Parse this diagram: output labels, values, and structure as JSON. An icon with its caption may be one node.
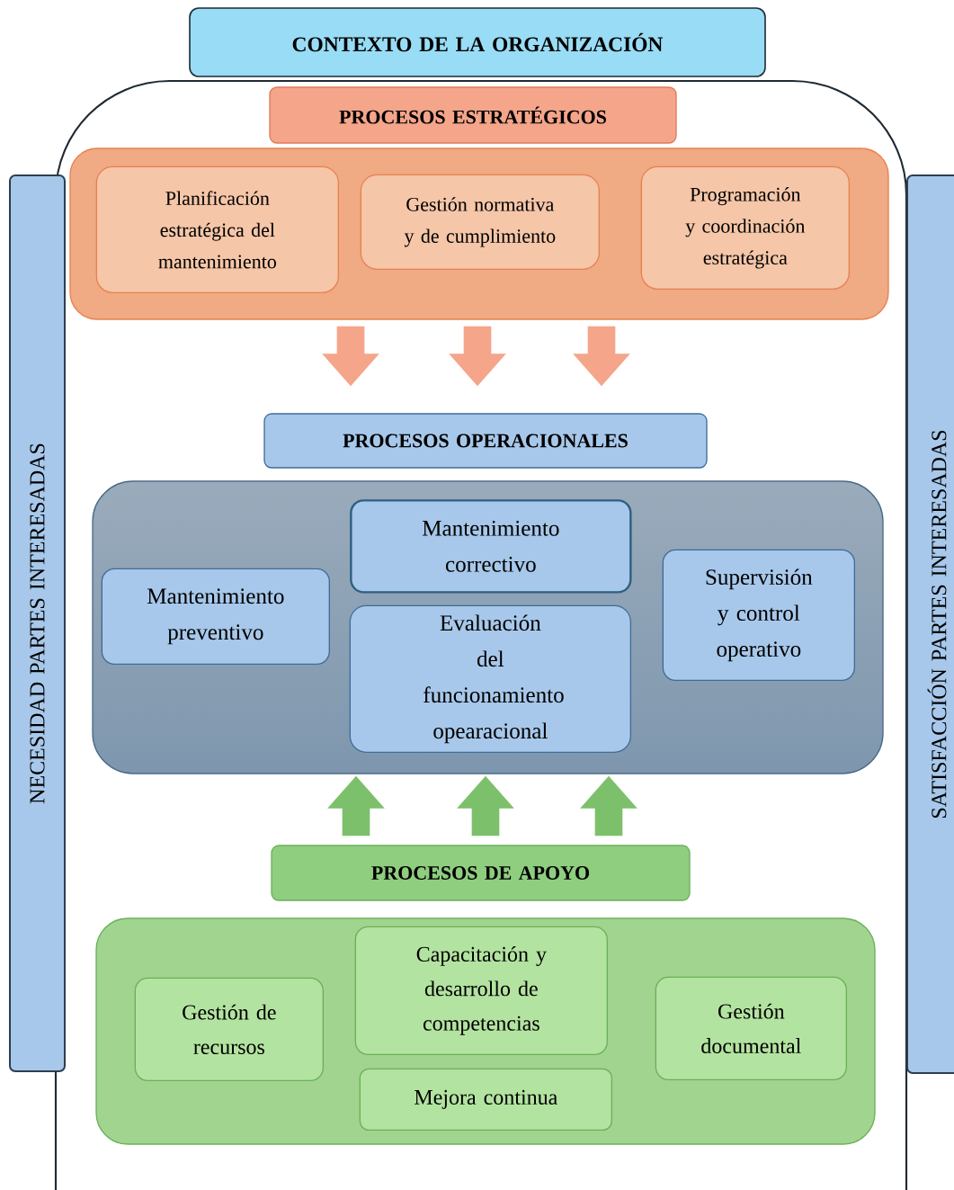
{
  "diagram": {
    "nodes": [
      {
        "text": [
          "CONTEXTO DE LA ORGANIZACIÓN"
        ]
      },
      {
        "text": [
          "PROCESOS ESTRATÉGICOS"
        ]
      },
      {
        "text": [],
        "shape": "box"
      },
      {
        "text": [
          "Planificación estratégica del mantenimiento"
        ],
        "in": 2
      },
      {
        "text": [
          "Gestión normativa y de cumplimiento"
        ],
        "in": 2
      },
      {
        "text": [
          "Programación y coordinación estratégica"
        ],
        "in": 2
      },
      {
        "text": [
          "PROCESOS OPERACIONALES"
        ]
      },
      {
        "text": [],
        "shape": "box"
      },
      {
        "text": [
          "Mantenimiento correctivo"
        ],
        "in": 7
      },
      {
        "text": [
          "Mantenimiento preventivo"
        ],
        "in": 7
      },
      {
        "text": [
          "Supervisión y control operativo"
        ],
        "in": 7
      },
      {
        "text": [
          "Evaluación del funcionamiento opearacional"
        ],
        "in": 7
      },
      {
        "text": [
          "PROCESOS DE APOYO"
        ]
      },
      {
        "text": [],
        "shape": "box"
      },
      {
        "text": [
          "Capacitación y desarrollo de competencias"
        ],
        "in": 13
      },
      {
        "text": [
          "Gestión de recursos"
        ],
        "in": 13
      },
      {
        "text": [
          "Gestión documental"
        ],
        "in": 13
      },
      {
        "text": [
          "Mejora continua"
        ],
        "in": 13
      },
      {
        "text": [
          "NECESIDAD PARTES INTERESADAS"
        ]
      },
      {
        "text": [
          "SATISFACCIÓN PARTES INTERESADAS"
        ]
      }
    ],
    "edges": [
      {
        "from": 2,
        "to": 6,
        "arrow": "to",
        "color": "#f4a58a"
      },
      {
        "from": 2,
        "to": 6,
        "arrow": "to",
        "color": "#f4a58a"
      },
      {
        "from": 2,
        "to": 6,
        "arrow": "to",
        "color": "#f4a58a"
      },
      {
        "from": 12,
        "to": 7,
        "arrow": "to",
        "color": "#7dc06b"
      },
      {
        "from": 12,
        "to": 7,
        "arrow": "to",
        "color": "#7dc06b"
      },
      {
        "from": 12,
        "to": 7,
        "arrow": "to",
        "color": "#7dc06b"
      }
    ]
  }
}
